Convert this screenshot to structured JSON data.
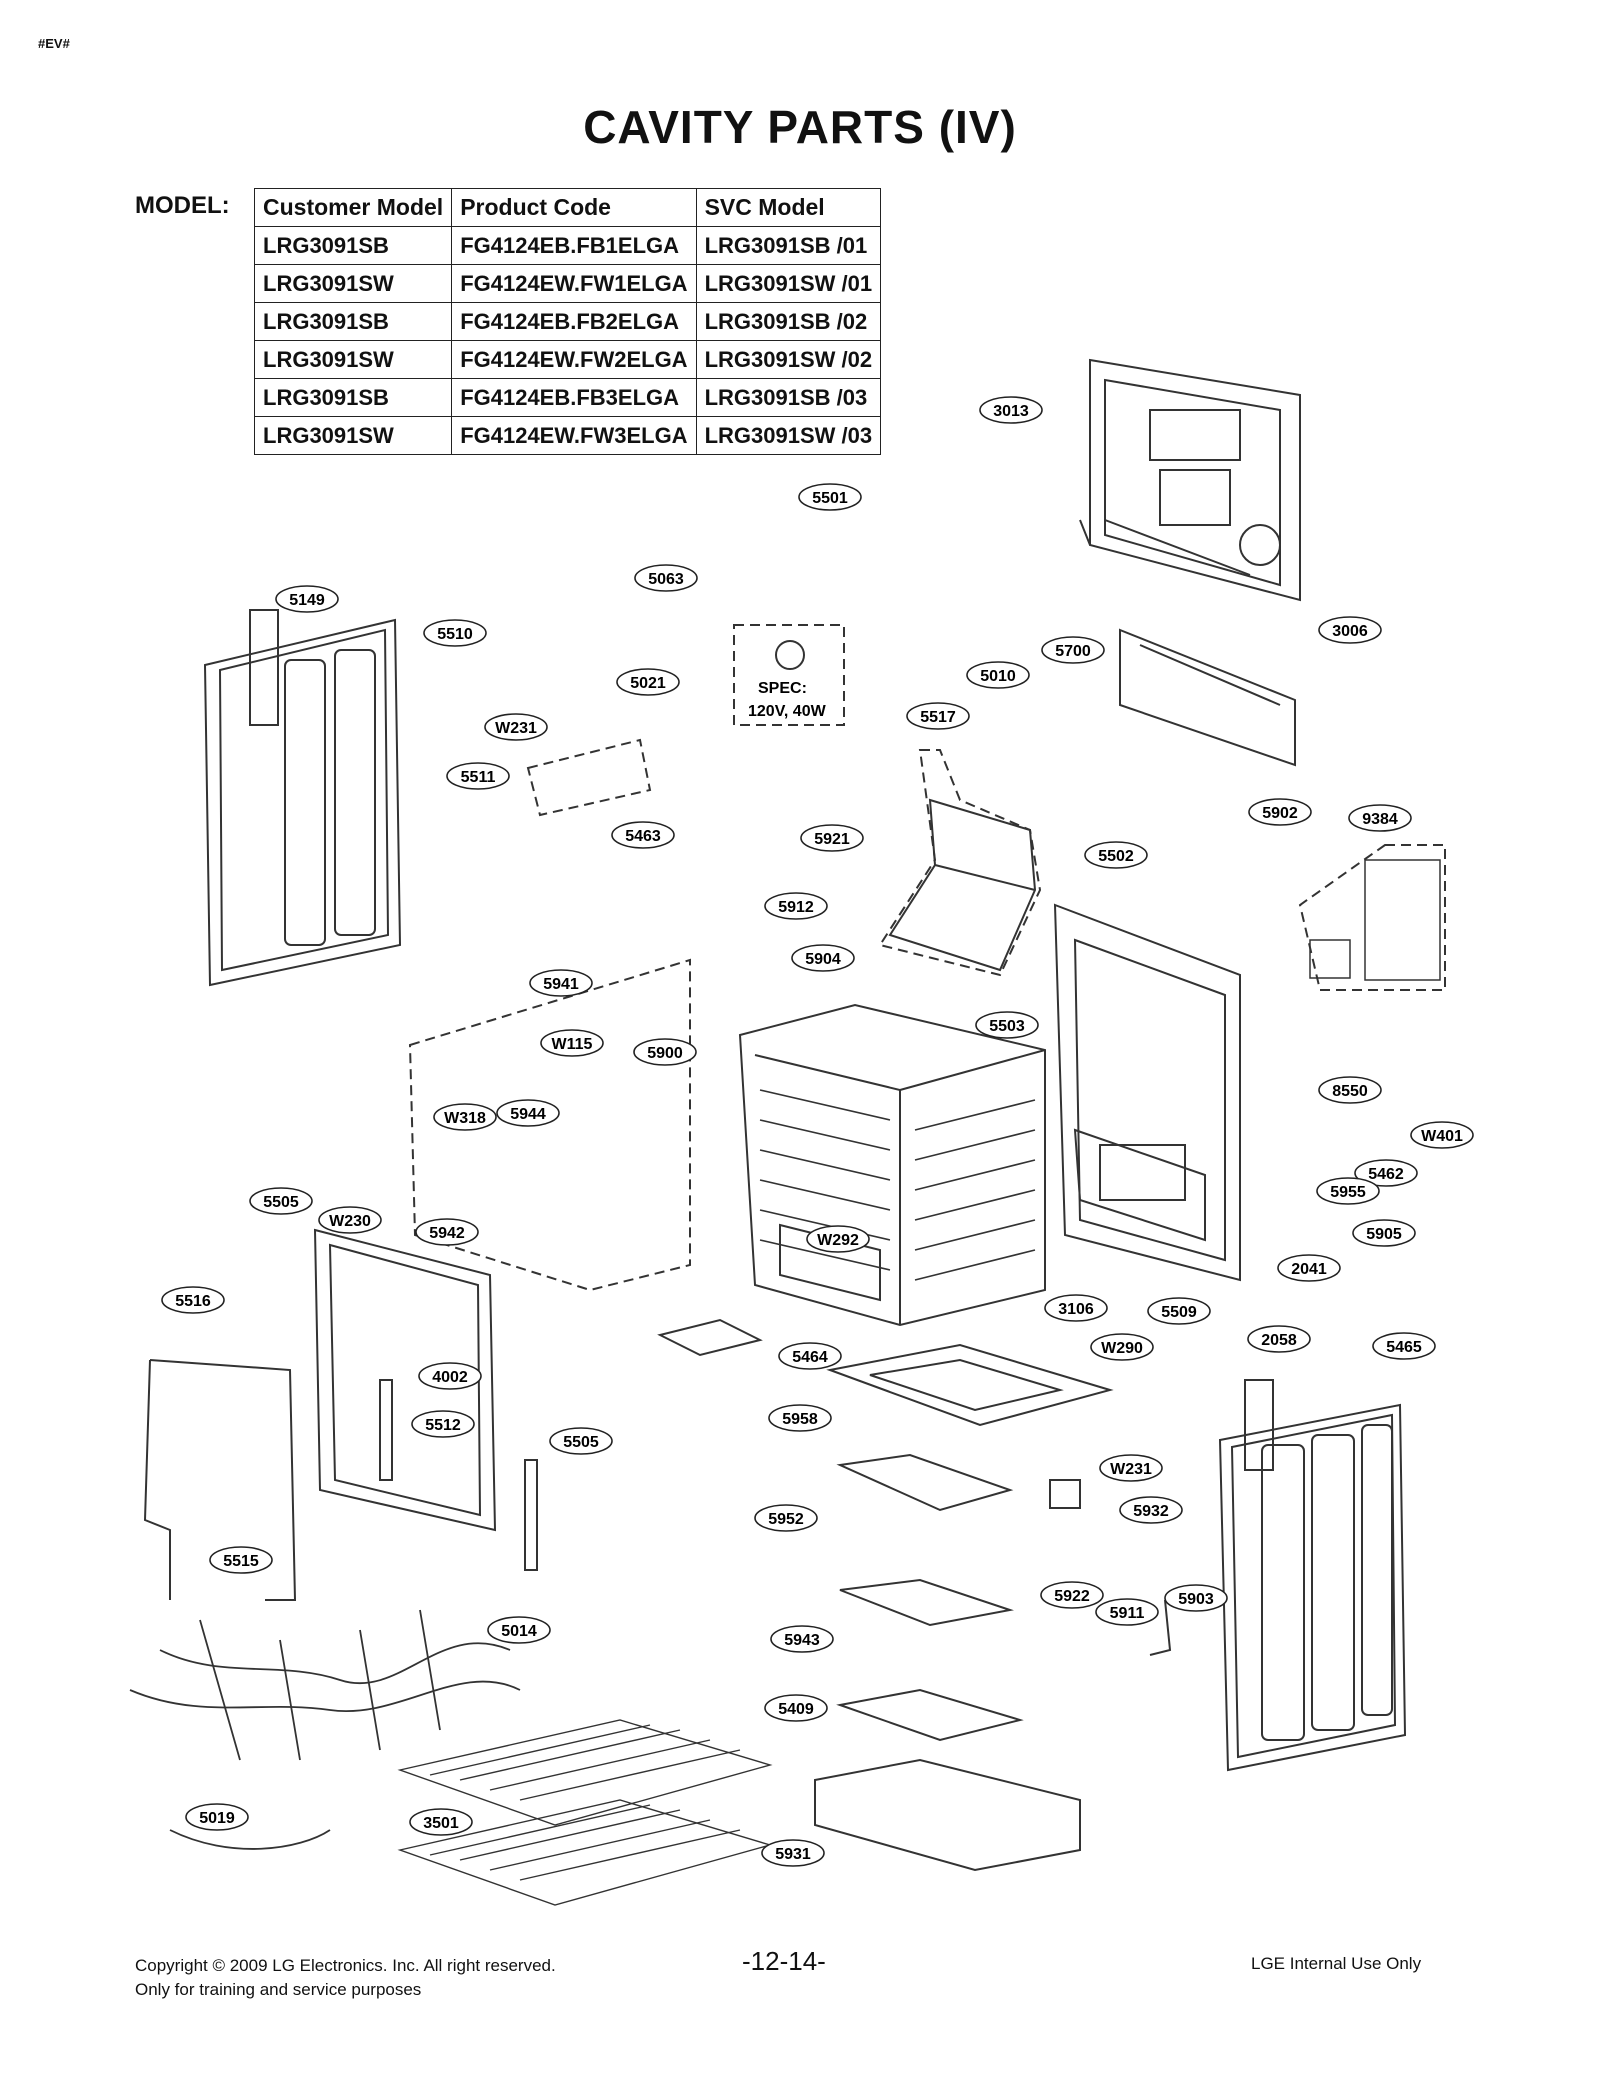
{
  "doc_tag": "#EV#",
  "title": "CAVITY PARTS (IV)",
  "model_label": "MODEL:",
  "model_table": {
    "headers": [
      "Customer Model",
      "Product Code",
      "SVC Model"
    ],
    "rows": [
      [
        "LRG3091SB",
        "FG4124EB.FB1ELGA",
        "LRG3091SB /01"
      ],
      [
        "LRG3091SW",
        "FG4124EW.FW1ELGA",
        "LRG3091SW /01"
      ],
      [
        "LRG3091SB",
        "FG4124EB.FB2ELGA",
        "LRG3091SB /02"
      ],
      [
        "LRG3091SW",
        "FG4124EW.FW2ELGA",
        "LRG3091SW /02"
      ],
      [
        "LRG3091SB",
        "FG4124EB.FB3ELGA",
        "LRG3091SB /03"
      ],
      [
        "LRG3091SW",
        "FG4124EW.FW3ELGA",
        "LRG3091SW /03"
      ]
    ]
  },
  "bulb_spec": [
    "SPEC:",
    "120V, 40W"
  ],
  "part_labels": [
    "3013",
    "5501",
    "5063",
    "5149",
    "5510",
    "3006",
    "5700",
    "5010",
    "5021",
    "W231",
    "5517",
    "5511",
    "5463",
    "9384",
    "5902",
    "5502",
    "5921",
    "5912",
    "5904",
    "5941",
    "5503",
    "W115",
    "5900",
    "8550",
    "W318",
    "5944",
    "W401",
    "5462",
    "5955",
    "5505",
    "W230",
    "5942",
    "W292",
    "5905",
    "2041",
    "5516",
    "3106",
    "5509",
    "W290",
    "2058",
    "5465",
    "4002",
    "5464",
    "5512",
    "5958",
    "5505",
    "W231",
    "5932",
    "5952",
    "5515",
    "5014",
    "5922",
    "5911",
    "5903",
    "5943",
    "5409",
    "5019",
    "3501",
    "5931"
  ],
  "footer": {
    "copyright": "Copyright © 2009 LG Electronics. Inc. All right reserved.",
    "purpose": "Only for training and service purposes",
    "page": "-12-14-",
    "internal": "LGE Internal Use Only"
  }
}
